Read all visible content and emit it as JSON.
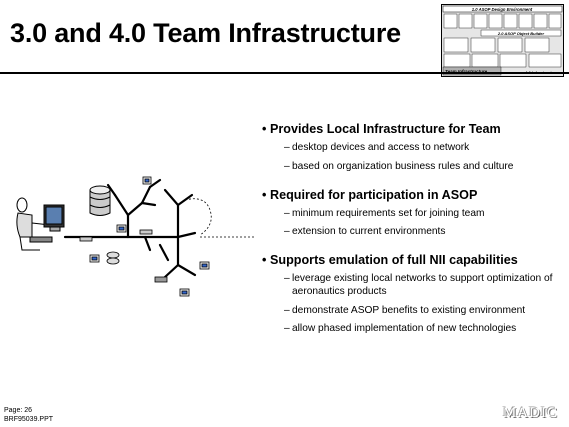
{
  "title": "3.0 and 4.0 Team Infrastructure",
  "thumbnail": {
    "label_top": "1.0 ASOP Design Environment",
    "label_mid": "2.0 ASOP Object Builder",
    "label_team": "Team Infrastructure",
    "label_nii": "4.0 Infrastructure"
  },
  "bullets": [
    {
      "text": "Provides Local Infrastructure for Team",
      "subs": [
        "desktop devices and access to network",
        "based on organization business rules and culture"
      ]
    },
    {
      "text": "Required for participation in ASOP",
      "subs": [
        "minimum requirements set for joining team",
        "extension to current environments"
      ]
    },
    {
      "text": "Supports emulation of full NII capabilities",
      "subs": [
        "leverage existing local networks to support optimization of aeronautics products",
        "demonstrate ASOP benefits to existing environment",
        "allow phased implementation of new technologies"
      ]
    }
  ],
  "footer": {
    "page": "Page: 26",
    "file": "BRF95039.PPT"
  },
  "logo": "MADIC"
}
